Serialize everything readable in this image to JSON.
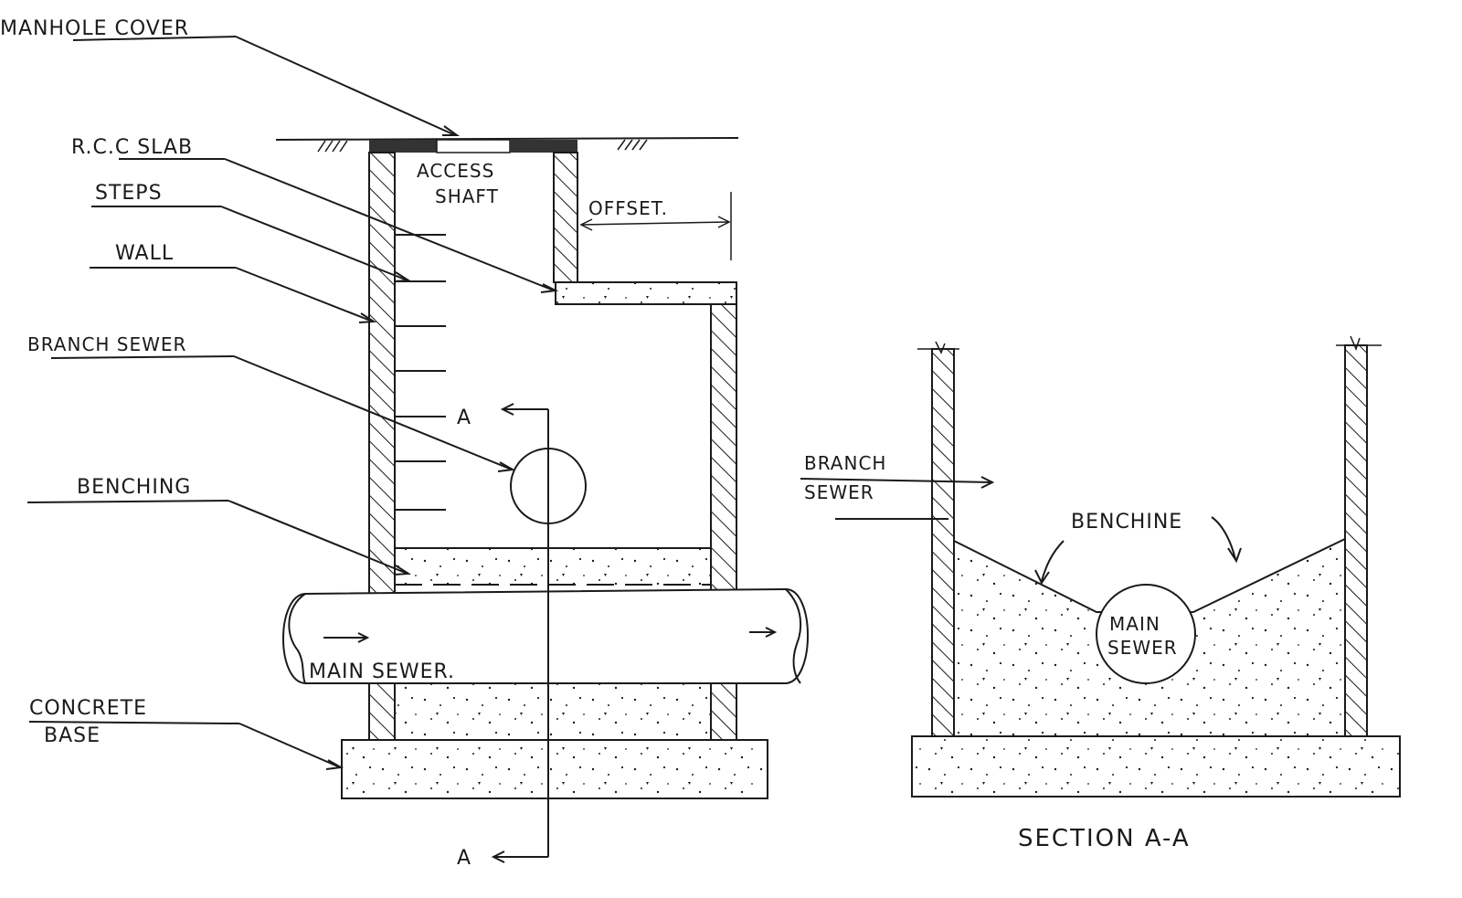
{
  "colors": {
    "ink": "#1a1a1a",
    "paper": "#ffffff",
    "cover": "#333333"
  },
  "labels": {
    "manhole_cover": "MANHOLE COVER",
    "rcc_slab": "R.C.C SLAB",
    "steps": "STEPS",
    "wall": "WALL",
    "branch_sewer": "BRANCH SEWER",
    "benching": "BENCHING",
    "concrete": "CONCRETE",
    "base": "BASE",
    "access": "ACCESS",
    "shaft": "SHAFT",
    "offset": "OFFSET.",
    "main_sewer": "MAIN SEWER.",
    "section_mark_top": "A",
    "section_mark_bottom": "A"
  },
  "section": {
    "title": "SECTION A-A",
    "branch": "BRANCH",
    "sewer": "SEWER",
    "benching": "BENCHINE",
    "main": "MAIN",
    "main_sewer": "SEWER"
  }
}
